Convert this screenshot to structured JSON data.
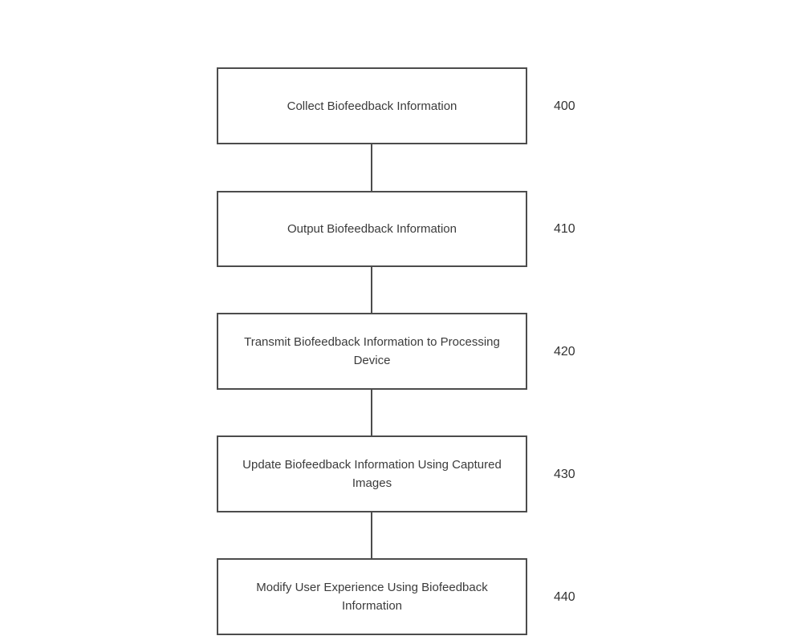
{
  "figure": {
    "type": "flowchart",
    "background_color": "#ffffff",
    "line_color": "#4c4c4c",
    "text_color": "#3b3b3b",
    "flow_direction": "top-to-bottom",
    "connector_style": "plain vertical line, no arrowheads",
    "nodes": [
      {
        "label": "Collect Biofeedback Information",
        "ref": "400"
      },
      {
        "label": "Output Biofeedback Information",
        "ref": "410"
      },
      {
        "label": "Transmit Biofeedback Information to Processing Device",
        "ref": "420"
      },
      {
        "label": "Update Biofeedback Information Using Captured Images",
        "ref": "430"
      },
      {
        "label": "Modify User Experience Using Biofeedback Information",
        "ref": "440"
      }
    ]
  }
}
